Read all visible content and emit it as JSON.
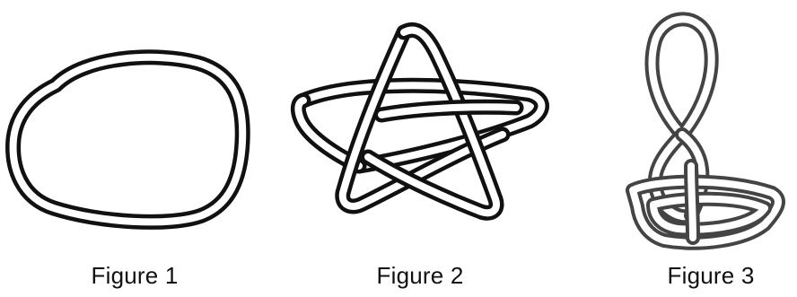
{
  "figures": [
    {
      "caption": "Figure 1",
      "shape": "unknot"
    },
    {
      "caption": "Figure 2",
      "shape": "pentagram-knot"
    },
    {
      "caption": "Figure 3",
      "shape": "twisted-knot"
    }
  ],
  "colors": {
    "ink": "#111111",
    "faded_ink": "#555555",
    "background": "#ffffff"
  }
}
